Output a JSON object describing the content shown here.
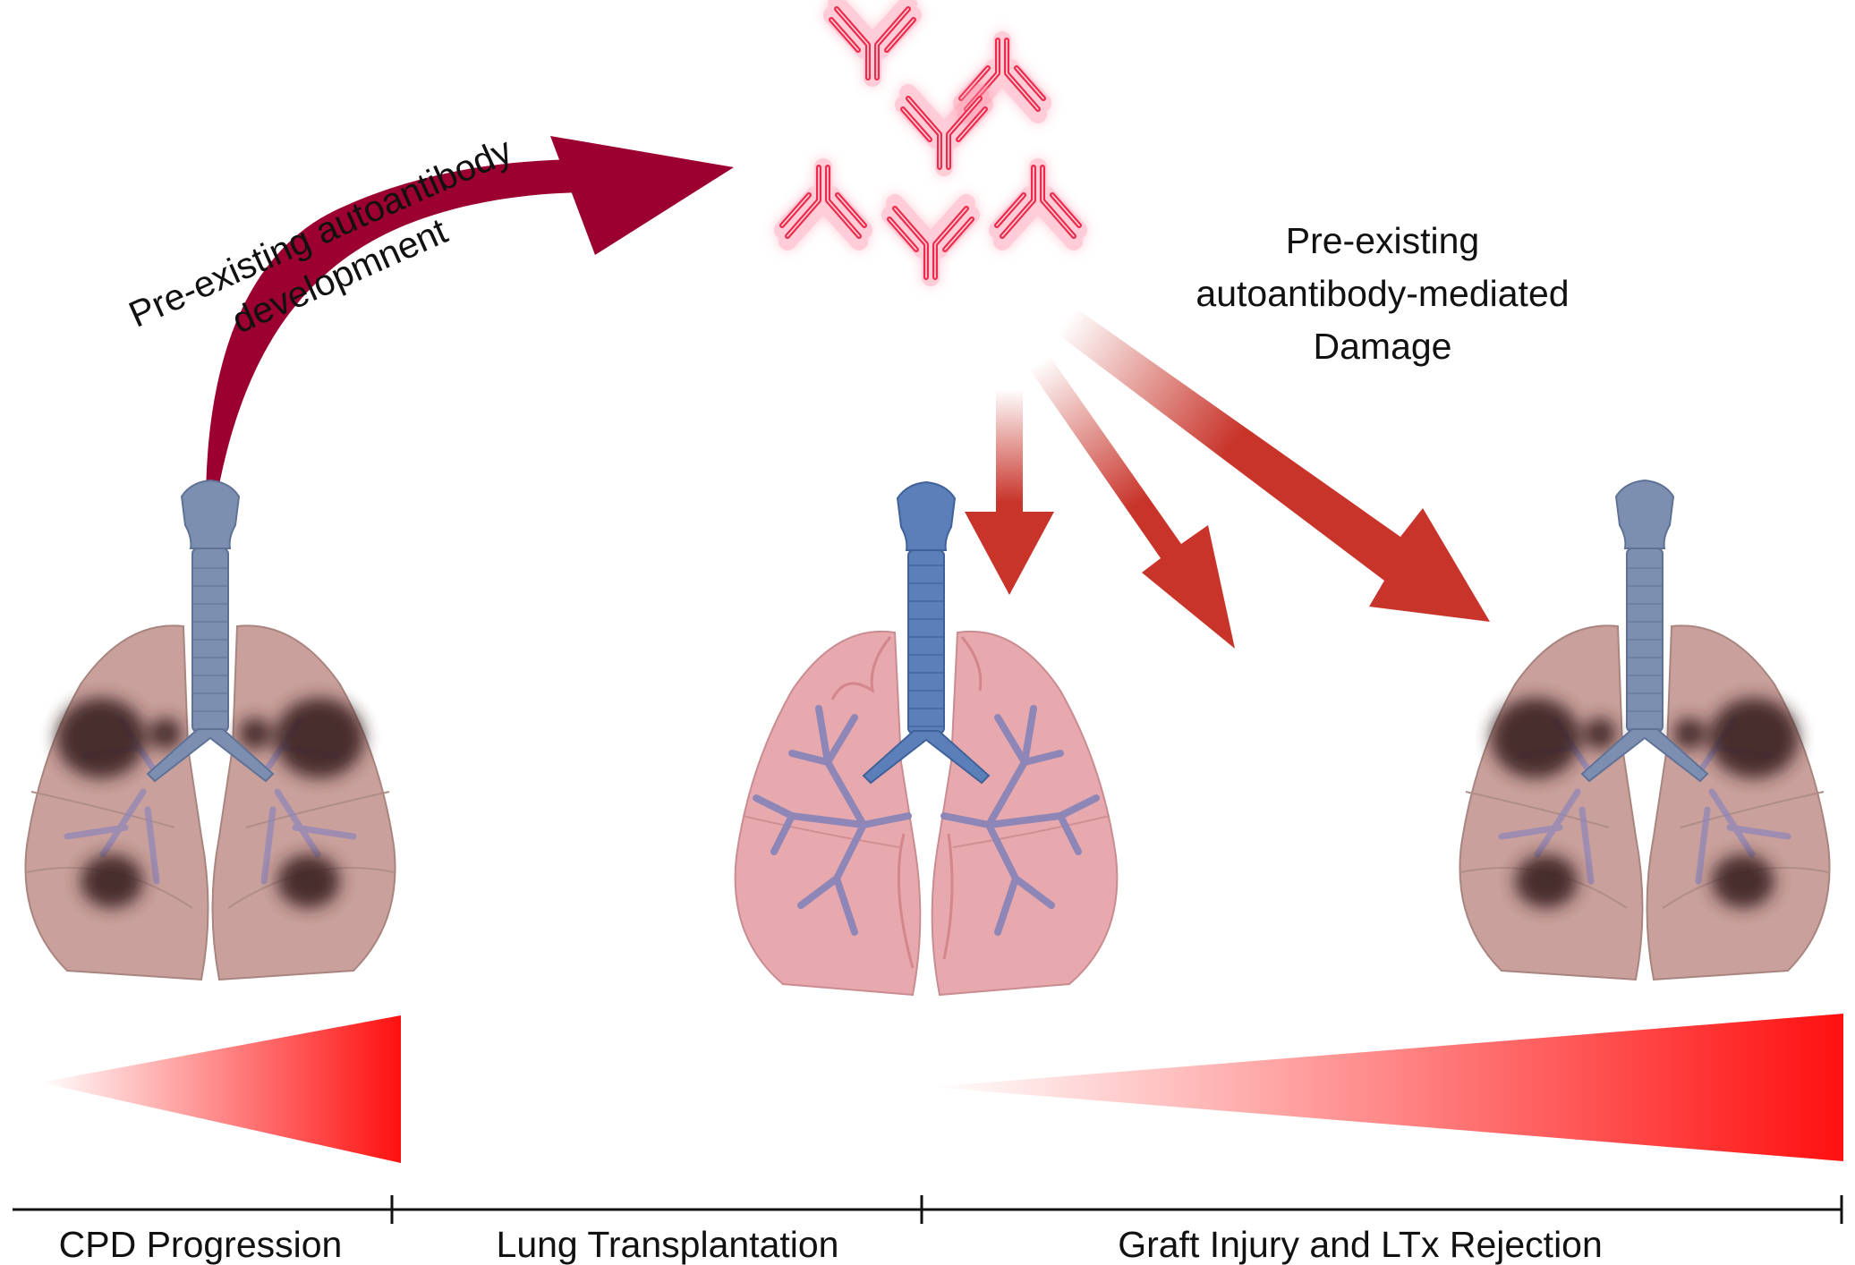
{
  "labels": {
    "development_line1": "Pre-existing autoantibody",
    "development_line2": "developmnent",
    "damage_line1": "Pre-existing",
    "damage_line2": "autoantibody-mediated",
    "damage_line3": "Damage"
  },
  "timeline": {
    "segments": [
      {
        "label": "CPD Progression"
      },
      {
        "label": "Lung Transplantation"
      },
      {
        "label": "Graft Injury and LTx Rejection"
      }
    ]
  },
  "colors": {
    "antibody": "#ee2b4c",
    "antibody_glow": "#ff8fa8",
    "development_arrow": "#9b0030",
    "damage_arrow": "#c8342a",
    "gradient_peak": "#ff1010",
    "trachea_healthy": "#5b7fb8",
    "trachea_diseased": "#7d8fb0",
    "lung_healthy": "#e7a9ad",
    "lung_diseased": "#c9a09b",
    "lesion": "#3a2420",
    "bronchi": "#8f86b8"
  },
  "icons": [
    "antibody-icon",
    "diseased-lung-icon",
    "healthy-lung-icon"
  ]
}
